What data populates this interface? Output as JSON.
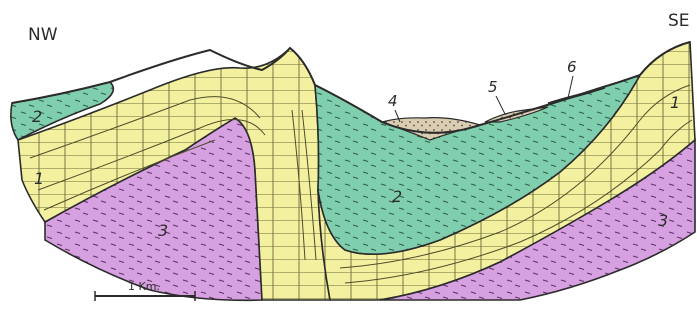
{
  "orientation": {
    "left": "NW",
    "right": "SE"
  },
  "colors": {
    "unit1": "#f3f0a0",
    "unit2": "#7fcfae",
    "unit3": "#d7a0e0",
    "unit4": "#d9cdb3",
    "outline": "#2b2b2b"
  },
  "units": {
    "u2_left": "2",
    "u1_left": "1",
    "u3_left": "3",
    "u2_core": "2",
    "u4": "4",
    "u5": "5",
    "u6": "6",
    "u1_right": "1",
    "u3_right": "3"
  },
  "scale_bar": {
    "label": "1 Km."
  }
}
